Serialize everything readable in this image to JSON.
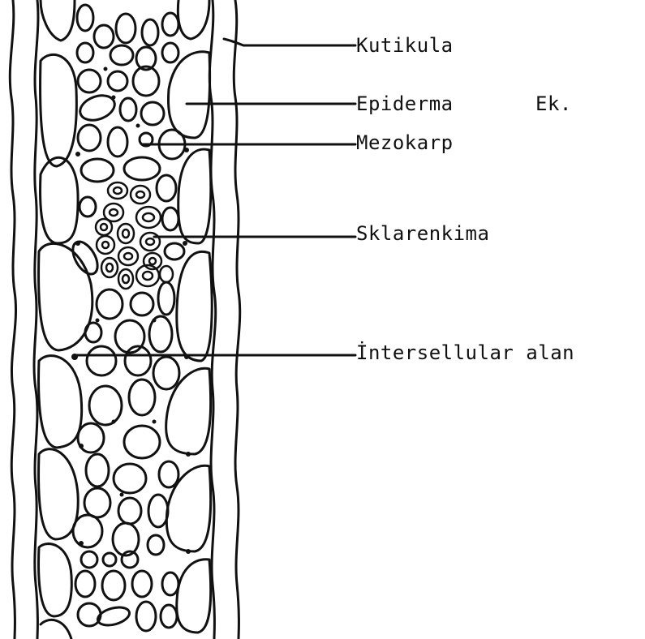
{
  "labels": {
    "kutikula": "Kutikula",
    "epiderma": "Epiderma",
    "epiderma_note": "Ek.",
    "mezokarp": "Mezokarp",
    "sklarenkima": "Sklarenkima",
    "intersellular": "İntersellular alan"
  }
}
